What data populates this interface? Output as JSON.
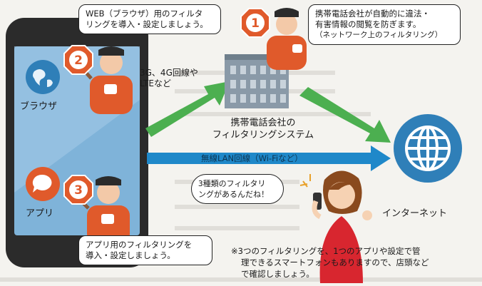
{
  "callouts": {
    "browser_filter": [
      "WEB（ブラウザ）用のフィルタ",
      "リングを導入・設定しましょう。"
    ],
    "carrier_filter": [
      "携帯電話会社が自動的に違法・",
      "有害情報の閲覧を防ぎます。"
    ],
    "carrier_filter_note": "（ネットワーク上のフィルタリング）",
    "app_filter": [
      "アプリ用のフィルタリングを",
      "導入・設定しましょう。"
    ],
    "speech": [
      "3種類のフィルタリ",
      "ングがあるんだね！"
    ]
  },
  "labels": {
    "network": [
      "3G、4G回線や",
      "LTEなど"
    ],
    "carrier_system": [
      "携帯電話会社の",
      "フィルタリングシステム"
    ],
    "wifi": "無線LAN回線（Wi-Fiなど）",
    "browser": "ブラウザ",
    "app": "アプリ",
    "internet": "インターネット"
  },
  "badges": [
    "1",
    "2",
    "3"
  ],
  "note": [
    "※3つのフィルタリングを、1つのアプリや設定で管",
    "理できるスマートフォンもありますので、店頭など",
    "で確認しましょう。"
  ],
  "colors": {
    "badge": "#e05a2b",
    "green_arrow": "#4caf50",
    "blue_arrow": "#1f88c9",
    "globe": "#2f7fb8",
    "phone_body": "#2b2b2b",
    "phone_screen": "#7fb3d9",
    "building": "#8a9aa8"
  },
  "icons": [
    "globe-icon",
    "chat-bubble-icon",
    "building-icon",
    "guard-icon",
    "smartphone-icon",
    "woman-icon"
  ]
}
